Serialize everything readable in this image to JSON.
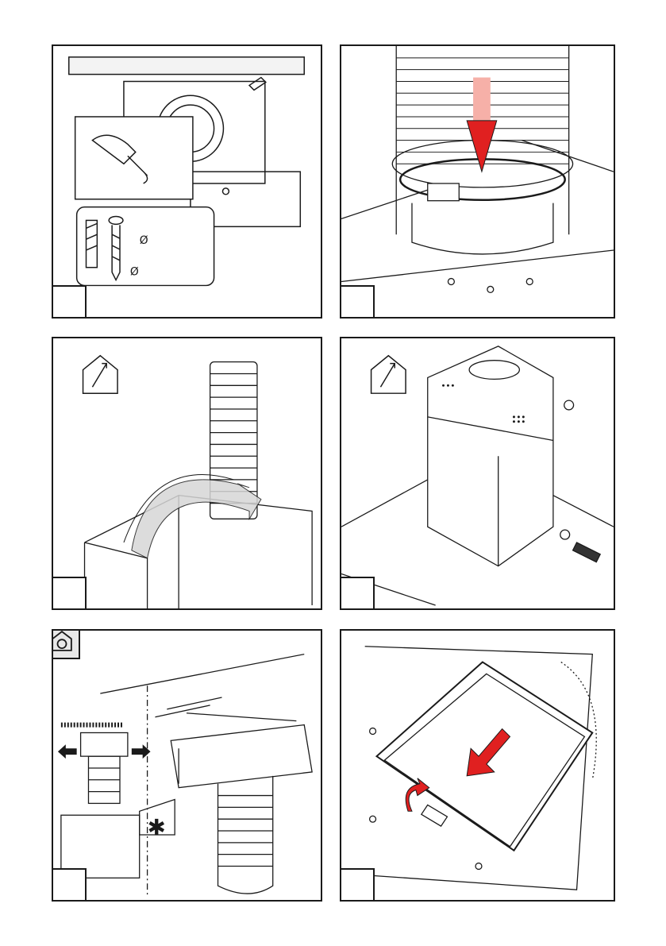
{
  "panels": [
    {
      "id": "p1",
      "step_label": "",
      "icon": "wall-plug-screw-icon",
      "diameter_labels": [
        "Ø",
        "Ø"
      ]
    },
    {
      "id": "p2",
      "step_label": "",
      "icon": "duct-clamp-icon"
    },
    {
      "id": "p3",
      "step_label": "",
      "icon": "ducted-exhaust-house-icon"
    },
    {
      "id": "p4",
      "step_label": "",
      "icon": "ducted-exhaust-house-icon"
    },
    {
      "id": "p5",
      "step_label": "",
      "icon": "recirculation-house-icon",
      "note_symbol": "✱"
    },
    {
      "id": "p6",
      "step_label": "",
      "icon": "grease-filter-icon"
    }
  ],
  "colors": {
    "arrow_red": "#e02020",
    "line": "#1a1a1a",
    "light_red": "#f6b0a8"
  }
}
